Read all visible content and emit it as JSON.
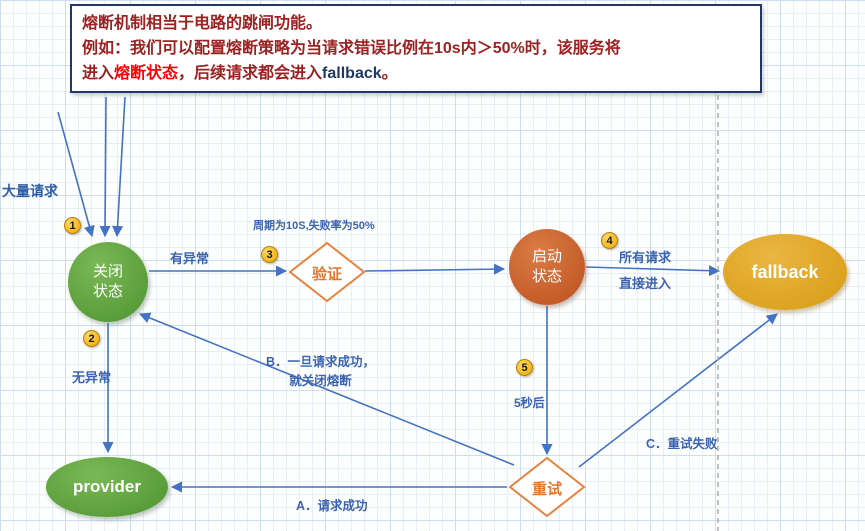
{
  "note": {
    "line1": "熔断机制相当于电路的跳闸功能。",
    "line2": "例如：我们可以配置熔断策略为当请求错误比例在10s内＞50%时，该服务将",
    "line3_part1": "进入",
    "line3_highlight": "熔断状态",
    "line3_part2": "，后续请求都会进入",
    "line3_code": "fallback",
    "line3_part3": "。"
  },
  "labels": {
    "mass_requests": "大量请求",
    "has_exception": "有异常",
    "no_exception": "无异常",
    "cycle_info": "周期为10S,失败率为50%",
    "all_requests_line1": "所有请求",
    "all_requests_line2": "直接进入",
    "b_note_line1": "B．一旦请求成功，",
    "b_note_line2": "就关闭熔断",
    "after_5s": "5秒后",
    "a_note": "A．请求成功",
    "c_note": "C．重试失败"
  },
  "nodes": {
    "closed_state_line1": "关闭",
    "closed_state_line2": "状态",
    "verify": "验证",
    "open_state_line1": "启动",
    "open_state_line2": "状态",
    "fallback": "fallback",
    "provider": "provider",
    "retry": "重试"
  },
  "badges": [
    "1",
    "2",
    "3",
    "4",
    "5"
  ],
  "colors": {
    "arrow_blue": "#4472c4",
    "green_node": "#58a43a",
    "orange_node": "#c75f2a",
    "gold_node": "#e0a225",
    "diamond_border": "#e8823c",
    "badge_gold": "#ffc000",
    "note_text": "#9c2121",
    "note_highlight": "#ff0000",
    "note_border": "#1f3864",
    "label_blue": "#3b63b1",
    "dashed_line": "#a6a6a6"
  }
}
